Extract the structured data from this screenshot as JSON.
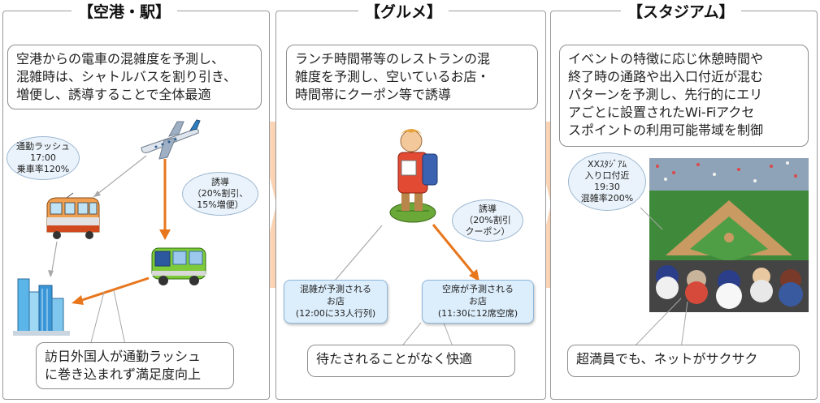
{
  "panels": [
    {
      "title": "【空港・駅】",
      "note_lines": [
        "空港からの電車の混雑度を予測し、",
        "混雑時は、シャトルバスを割り引き、",
        "増便し、誘導することで全体最適"
      ],
      "bubble_rush": [
        "通勤ラッシュ",
        "17:00",
        "乗車率120%"
      ],
      "bubble_guide": [
        "誘導",
        "（20%割引、",
        "15%増便）"
      ],
      "bottom_lines": [
        "訪日外国人が通勤ラッシュ",
        "に巻き込まれず満足度向上"
      ]
    },
    {
      "title": "【グルメ】",
      "note_lines": [
        "ランチ時間帯等のレストランの混",
        "雑度を予測し、空いているお店・",
        "時間帯にクーポン等で誘導"
      ],
      "bubble_guide": [
        "誘導",
        "（20%割引",
        "クーポン）"
      ],
      "shop_crowded": [
        "混雑が予測される",
        "お店",
        "(12:00に33人行列)"
      ],
      "shop_empty": [
        "空席が予測される",
        "お店",
        "(11:30に12席空席)"
      ],
      "bottom_lines": [
        "待たされることがなく快適"
      ]
    },
    {
      "title": "【スタジアム】",
      "note_lines": [
        "イベントの特徴に応じ休憩時間や",
        "終了時の通路や出入口付近が混む",
        "パターンを予測し、先行的にエリ",
        "アごとに設置されたWi-Fiアクセ",
        "スポイントの利用可能帯域を制御"
      ],
      "bubble_stadium": [
        "XXｽﾀｼﾞｱﾑ",
        "入り口付近",
        "19:30",
        "混雑率200%"
      ],
      "bottom_lines": [
        "超満員でも、ネットがサクサク"
      ]
    }
  ],
  "colors": {
    "accent_arrow": "#e8761c",
    "bubble_fill": "#eaf3fb",
    "shop_fill": "#dceefc",
    "chevron": "#f7c7a0"
  },
  "icons": [
    "airplane-icon",
    "train-icon",
    "bus-icon",
    "buildings-icon",
    "tourist-icon",
    "stadium-photo"
  ]
}
